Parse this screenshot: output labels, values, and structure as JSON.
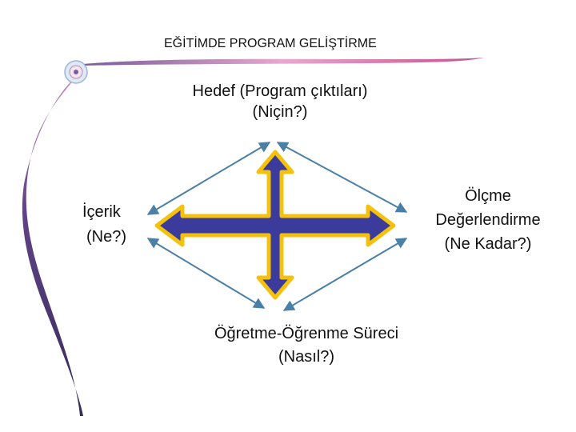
{
  "slide": {
    "title": "EĞİTİMDE PROGRAM GELİŞTİRME"
  },
  "diagram": {
    "top": {
      "line1": "Hedef (Program çıktıları)",
      "line2": "(Niçin?)"
    },
    "left": {
      "line1": "İçerik",
      "line2": "(Ne?)"
    },
    "right": {
      "line1": "Ölçme",
      "line2": "Değerlendirme",
      "line3": "(Ne Kadar?)"
    },
    "bottom": {
      "line1": "Öğretme-Öğrenme Süreci",
      "line2": "(Nasıl?)"
    }
  },
  "colors": {
    "arrow_fill": "#3b3b9c",
    "arrow_outline": "#f4c20d",
    "connector": "#4a7fa6",
    "swoosh_dark": "#3d2a6b",
    "swoosh_light": "#d9a3c8"
  }
}
